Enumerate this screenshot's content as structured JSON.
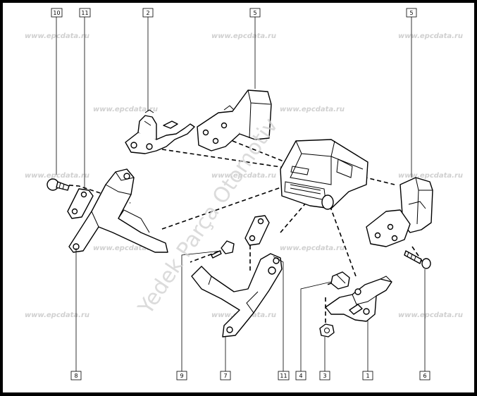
{
  "watermark": {
    "site": "www.epcdata.ru",
    "overlay": "Yedek Parça Otomotiv"
  },
  "callouts": {
    "c10": "10",
    "c11_top": "11",
    "c2": "2",
    "c5_center": "5",
    "c5_right": "5",
    "c8": "8",
    "c9": "9",
    "c7": "7",
    "c11_bottom": "11",
    "c4": "4",
    "c3": "3",
    "c1": "1",
    "c6": "6"
  }
}
